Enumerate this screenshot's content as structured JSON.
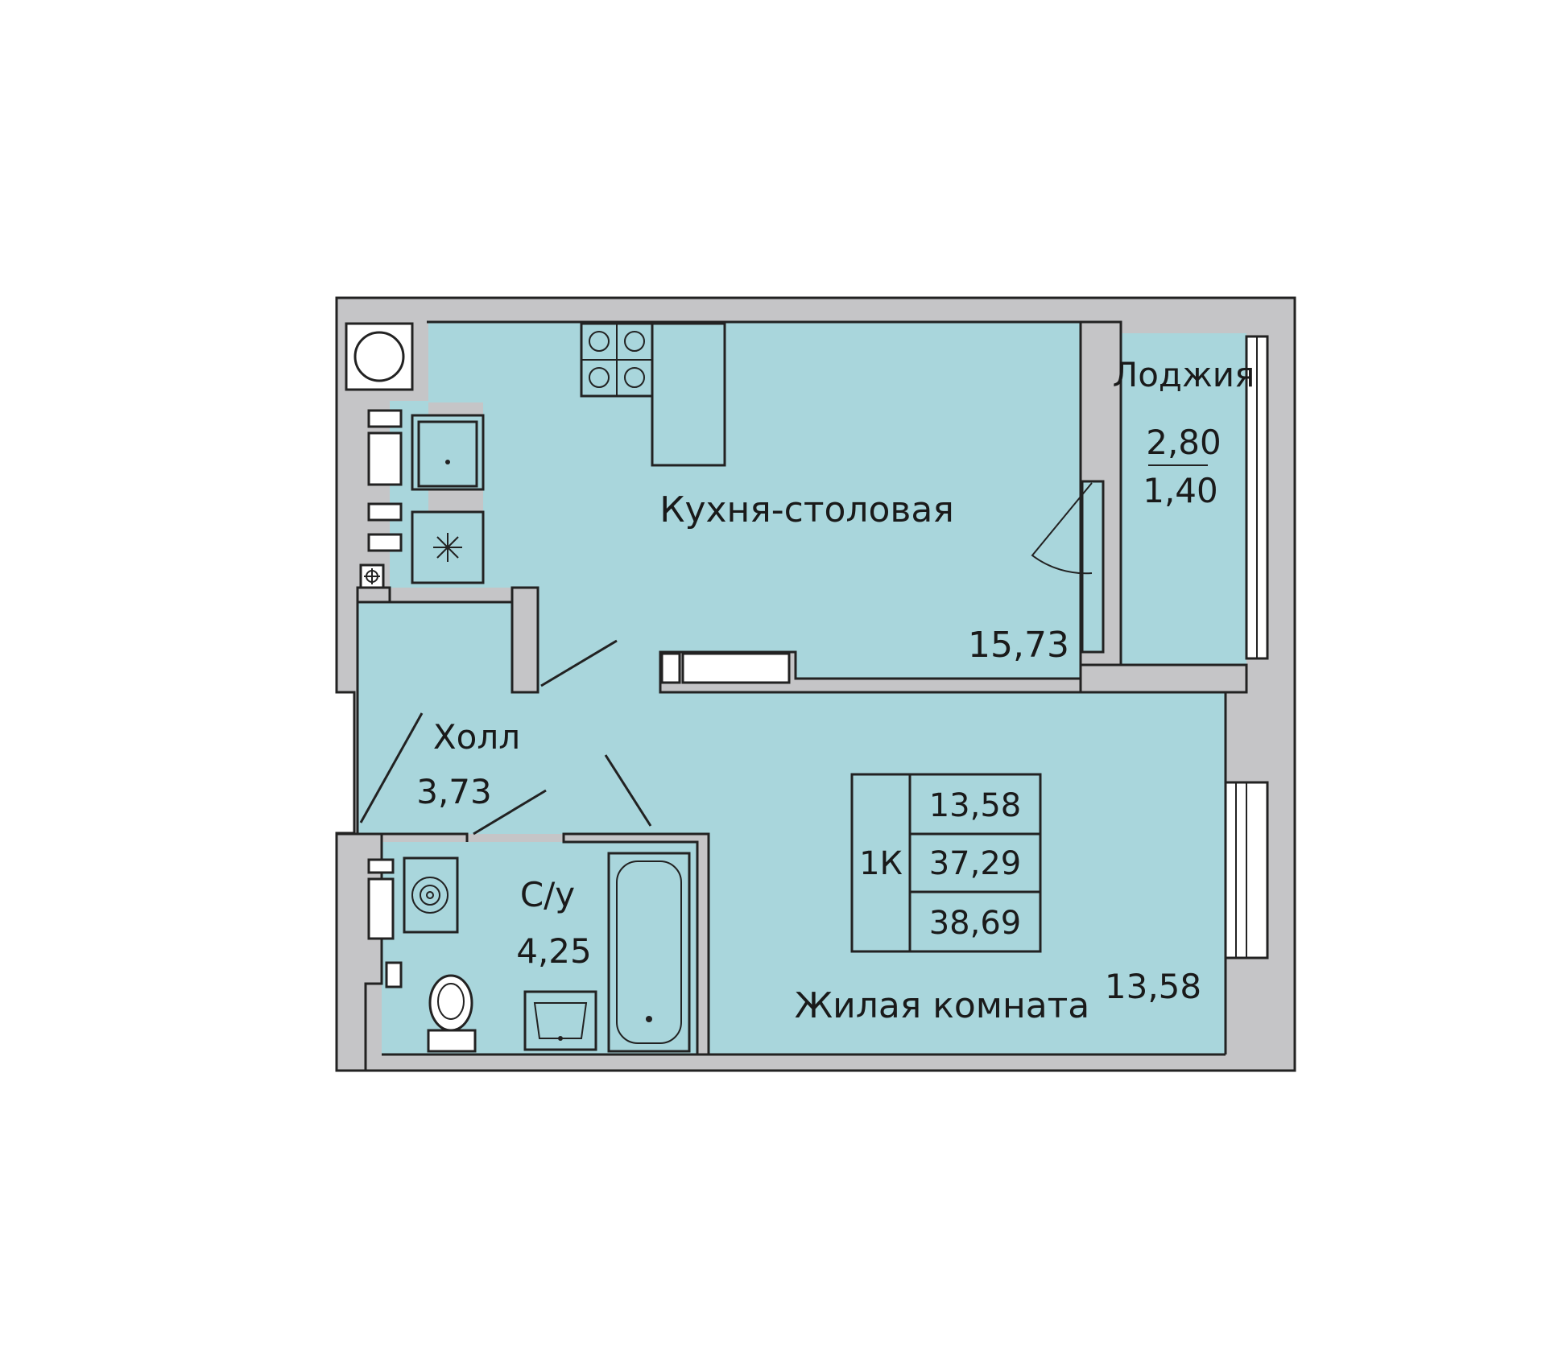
{
  "rooms": {
    "kitchen": {
      "name": "Кухня-столовая",
      "area": "15,73"
    },
    "loggia": {
      "name": "Лоджия",
      "area_full": "2,80",
      "area_reduced": "1,40"
    },
    "hall": {
      "name": "Холл",
      "area": "3,73"
    },
    "bathroom": {
      "name": "С/у",
      "area": "4,25"
    },
    "living": {
      "name": "Жилая комната",
      "area": "13,58"
    }
  },
  "summary": {
    "rooms_label": "1К",
    "living_area": "13,58",
    "total_area": "37,29",
    "total_with_loggia": "38,69"
  },
  "colors": {
    "room_fill": "#a9d6dc",
    "wall_fill": "#c5c5c7",
    "line": "#222222"
  },
  "icons": [
    "hood-icon",
    "stove-icon",
    "sink-icon",
    "fridge-icon",
    "washing-machine-icon",
    "toilet-icon",
    "washbasin-icon",
    "bathtub-icon",
    "riser-icon"
  ]
}
